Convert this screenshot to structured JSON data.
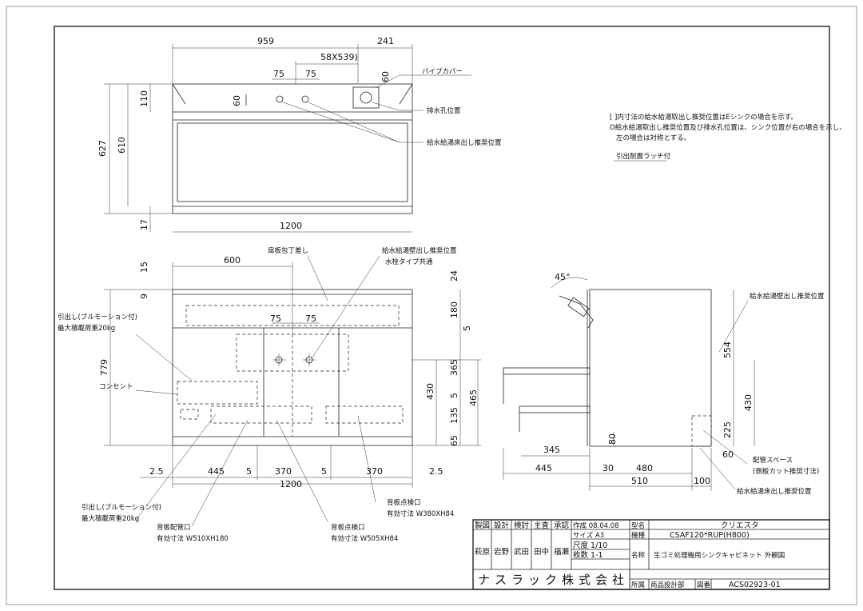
{
  "top_view": {
    "dims": [
      "959",
      "241",
      "58X539)",
      "75",
      "75",
      "60",
      "60",
      "110",
      "627",
      "610",
      "17",
      "1200"
    ],
    "labels": {
      "pipe_cover": "パイプカバー",
      "drain_hole": "排水孔位置",
      "supply_floor": "給水給湯床出し推奨位置"
    }
  },
  "notes": {
    "line1": "[ ]内寸法の給水給湯取出し推奨位置はEシンクの場合を示す。",
    "line2": "O給水給湯取出し推奨位置及び排水孔位置は、シンク位置が右の場合を示し、",
    "line3": "左の場合は対称とする。",
    "latch": "引出耐震ラッチ付"
  },
  "front_view": {
    "dims": [
      "600",
      "15",
      "9",
      "24",
      "180",
      "5",
      "75",
      "75",
      "365",
      "5",
      "135",
      "65",
      "430",
      "465",
      "779",
      "2.5",
      "445",
      "5",
      "370",
      "5",
      "370",
      "2.5",
      "1200"
    ],
    "labels": {
      "knife_slot": "扉板包丁差し",
      "supply_wall": "給水給湯壁出し推奨位置",
      "faucet_common": "水栓タイプ共通",
      "drawer_top": "引出し(ブルモーション付)",
      "drawer_top_load": "最大積載荷重20kg",
      "outlet": "コンセント",
      "drawer_bottom": "引出し(ブルモーション付)",
      "drawer_bottom_load": "最大積載荷重20kg",
      "back_pipe_port": "背板配管口",
      "back_pipe_size": "有効寸法 W510XH180",
      "back_insp_mid": "背板点検口",
      "back_insp_mid_size": "有効寸法 W505XH84",
      "back_insp_right": "背板点検口",
      "back_insp_right_size": "有効寸法 W380XH84"
    }
  },
  "side_view": {
    "dims": [
      "45°",
      "554",
      "225",
      "430",
      "60",
      "80",
      "345",
      "445",
      "30",
      "480",
      "510",
      "100"
    ],
    "labels": {
      "supply_wall": "給水給湯壁出し推奨位置",
      "pipe_space": "配管スペース",
      "pipe_space_note": "(側板カット推奨寸法)",
      "supply_floor": "給水給湯床出し推奨位置"
    }
  },
  "title_block": {
    "roles": [
      "製図",
      "設計",
      "検討",
      "主査",
      "承認"
    ],
    "names": [
      "萩原",
      "岩野",
      "武田",
      "田中",
      "福瀬"
    ],
    "created": "作成 08.04.08",
    "size": "サイズ A3",
    "scale": "尺度 1/10",
    "sheets": "枚数 1-1",
    "company": "ナスラック株式会社",
    "model_label": "型名",
    "model_value": "クリエスタ",
    "type_label": "機種",
    "type_value": "CSAF120*RUP(H800)",
    "name_label": "名称",
    "name_value": "生ゴミ処理機用シンクキャビネット 外観図",
    "dept_label": "所属",
    "dept_value": "商品設計部",
    "drawing_no_label": "図番",
    "drawing_no_value": "ACS02923-01"
  }
}
